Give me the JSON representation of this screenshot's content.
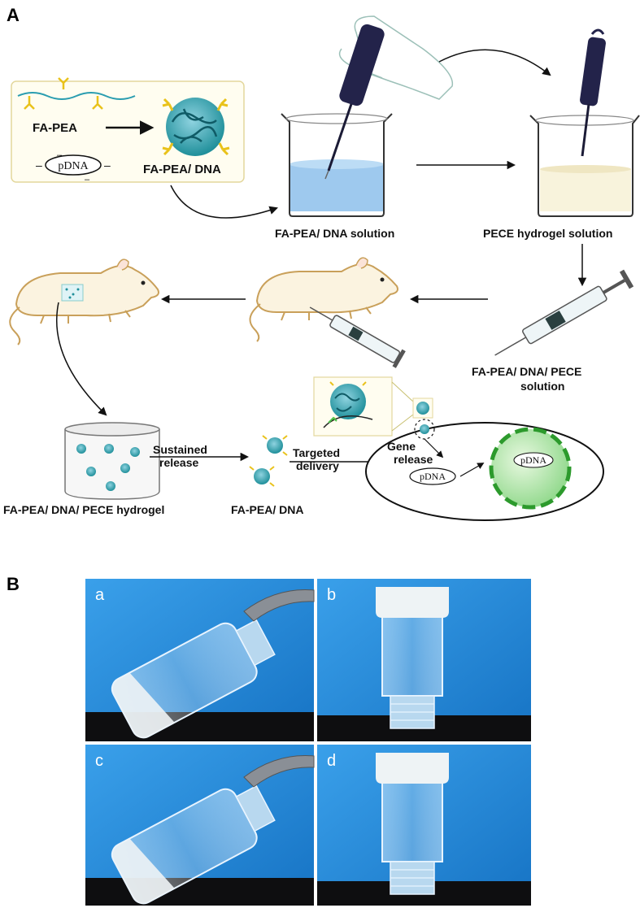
{
  "panel_a": {
    "letter": "A",
    "fa_pea": "FA-PEA",
    "pdna": "pDNA",
    "fa_pea_dna_box": "FA-PEA/ DNA",
    "fa_pea_dna_solution": "FA-PEA/ DNA solution",
    "pece_hydrogel_solution": "PECE hydrogel solution",
    "fa_pea_dna_pece_line1": "FA-PEA/ DNA/ PECE",
    "fa_pea_dna_pece_line2": "solution",
    "sustained_line1": "Sustained",
    "sustained_line2": "release",
    "targeted_line1": "Targeted",
    "targeted_line2": "delivery",
    "gene_line1": "Gene",
    "gene_line2": "release",
    "hydrogel_label": "FA-PEA/ DNA/ PECE hydrogel",
    "fa_pea_dna_bottom": "FA-PEA/ DNA",
    "pdna_cell": "pDNA",
    "pdna_nucleus": "pDNA"
  },
  "panel_b": {
    "letter": "B",
    "photos": [
      "a",
      "b",
      "c",
      "d"
    ]
  },
  "colors": {
    "solution_blue": "#9ec9ee",
    "hydrogel_cream": "#f8f3dc",
    "photo_blue": "#1e88d8",
    "nanoparticle_teal": "#1f8f9a",
    "ligand_yellow": "#e9c21a",
    "nucleus_green": "#4cc24c",
    "pipette_navy": "#23234a"
  }
}
